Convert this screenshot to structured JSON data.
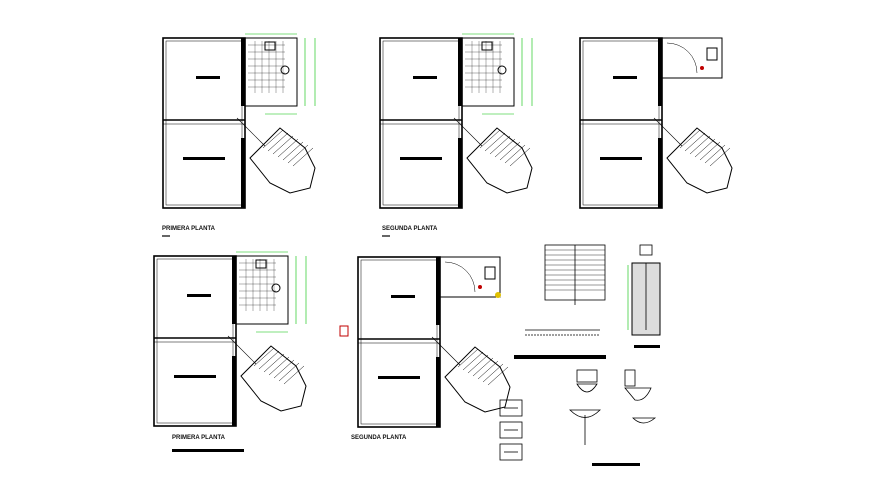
{
  "drawing": {
    "labels": {
      "top_first_floor": "PRIMERA PLANTA",
      "top_second_floor": "SEGUNDA PLANTA",
      "bottom_first_floor": "PRIMERA PLANTA",
      "bottom_second_floor": "SEGUNDA PLANTA"
    },
    "colors": {
      "lines": "#000000",
      "dimensions": "#00c000",
      "accent_fixture": "#c00000",
      "highlight": "#e0c000"
    }
  }
}
